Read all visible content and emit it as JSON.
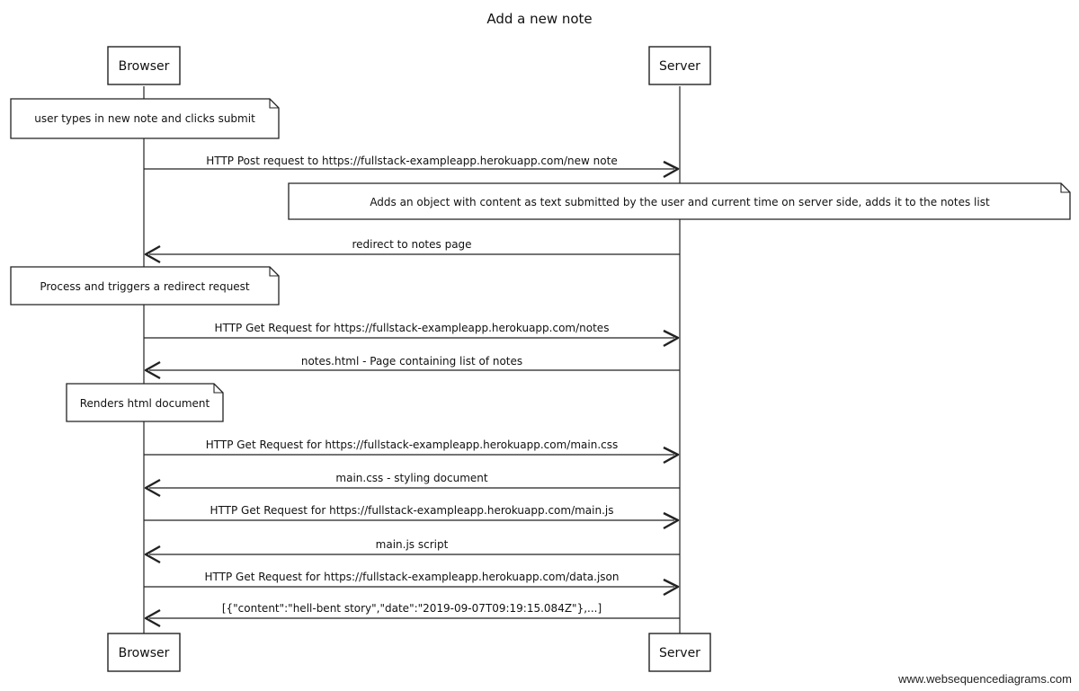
{
  "title": "Add a new note",
  "participants": [
    {
      "id": "browser",
      "label": "Browser"
    },
    {
      "id": "server",
      "label": "Server"
    }
  ],
  "steps": [
    {
      "kind": "note",
      "over": "browser",
      "text": "user types in new note and clicks submit"
    },
    {
      "kind": "message",
      "from": "browser",
      "to": "server",
      "text": "HTTP Post request to https://fullstack-exampleapp.herokuapp.com/new note"
    },
    {
      "kind": "note",
      "over": "server",
      "text": "Adds an object with content as text submitted by the user and current time on server side, adds it to the notes list"
    },
    {
      "kind": "message",
      "from": "server",
      "to": "browser",
      "text": "redirect to notes page"
    },
    {
      "kind": "note",
      "over": "browser",
      "text": "Process and triggers a redirect request"
    },
    {
      "kind": "message",
      "from": "browser",
      "to": "server",
      "text": "HTTP Get Request for https://fullstack-exampleapp.herokuapp.com/notes"
    },
    {
      "kind": "message",
      "from": "server",
      "to": "browser",
      "text": "notes.html -  Page containing list of notes"
    },
    {
      "kind": "note",
      "over": "browser",
      "text": "Renders html document"
    },
    {
      "kind": "message",
      "from": "browser",
      "to": "server",
      "text": "HTTP Get Request for https://fullstack-exampleapp.herokuapp.com/main.css"
    },
    {
      "kind": "message",
      "from": "server",
      "to": "browser",
      "text": "main.css - styling document"
    },
    {
      "kind": "message",
      "from": "browser",
      "to": "server",
      "text": "HTTP Get Request for https://fullstack-exampleapp.herokuapp.com/main.js"
    },
    {
      "kind": "message",
      "from": "server",
      "to": "browser",
      "text": "main.js script"
    },
    {
      "kind": "message",
      "from": "browser",
      "to": "server",
      "text": "HTTP Get Request for https://fullstack-exampleapp.herokuapp.com/data.json"
    },
    {
      "kind": "message",
      "from": "server",
      "to": "browser",
      "text": "[{\"content\":\"hell-bent story\",\"date\":\"2019-09-07T09:19:15.084Z\"},...]"
    }
  ],
  "footer": "www.websequencediagrams.com"
}
